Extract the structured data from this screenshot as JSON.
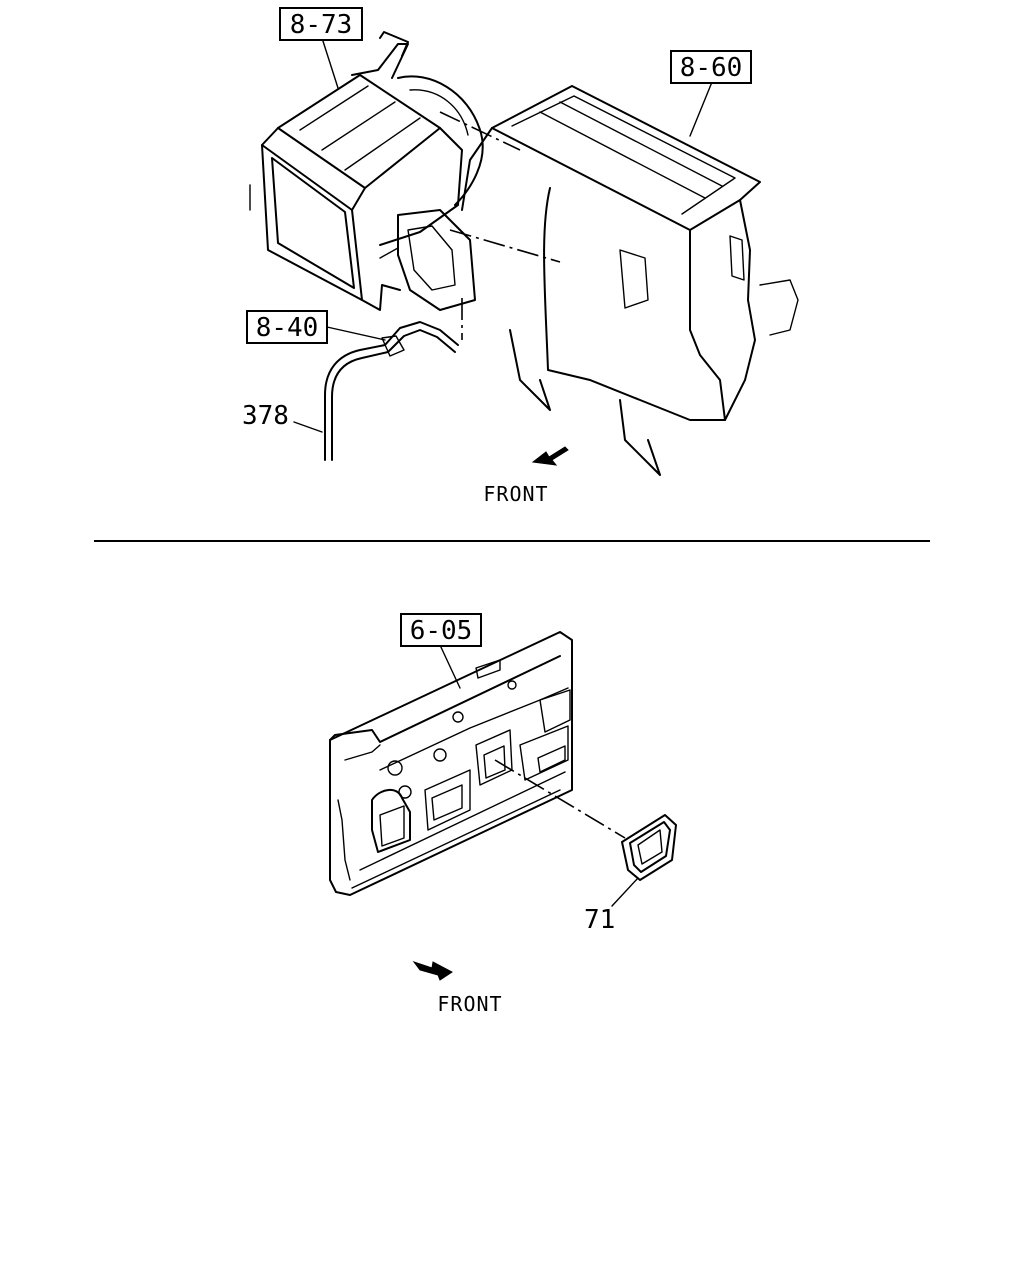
{
  "top_diagram": {
    "callouts": {
      "ref_8_73": "8-73",
      "ref_8_60": "8-60",
      "ref_8_40": "8-40",
      "part_378": "378"
    },
    "front_label": "FRONT"
  },
  "bottom_diagram": {
    "callouts": {
      "ref_6_05": "6-05",
      "part_71": "71"
    },
    "front_label": "FRONT"
  },
  "colors": {
    "ink": "#000000",
    "paper": "#ffffff"
  }
}
